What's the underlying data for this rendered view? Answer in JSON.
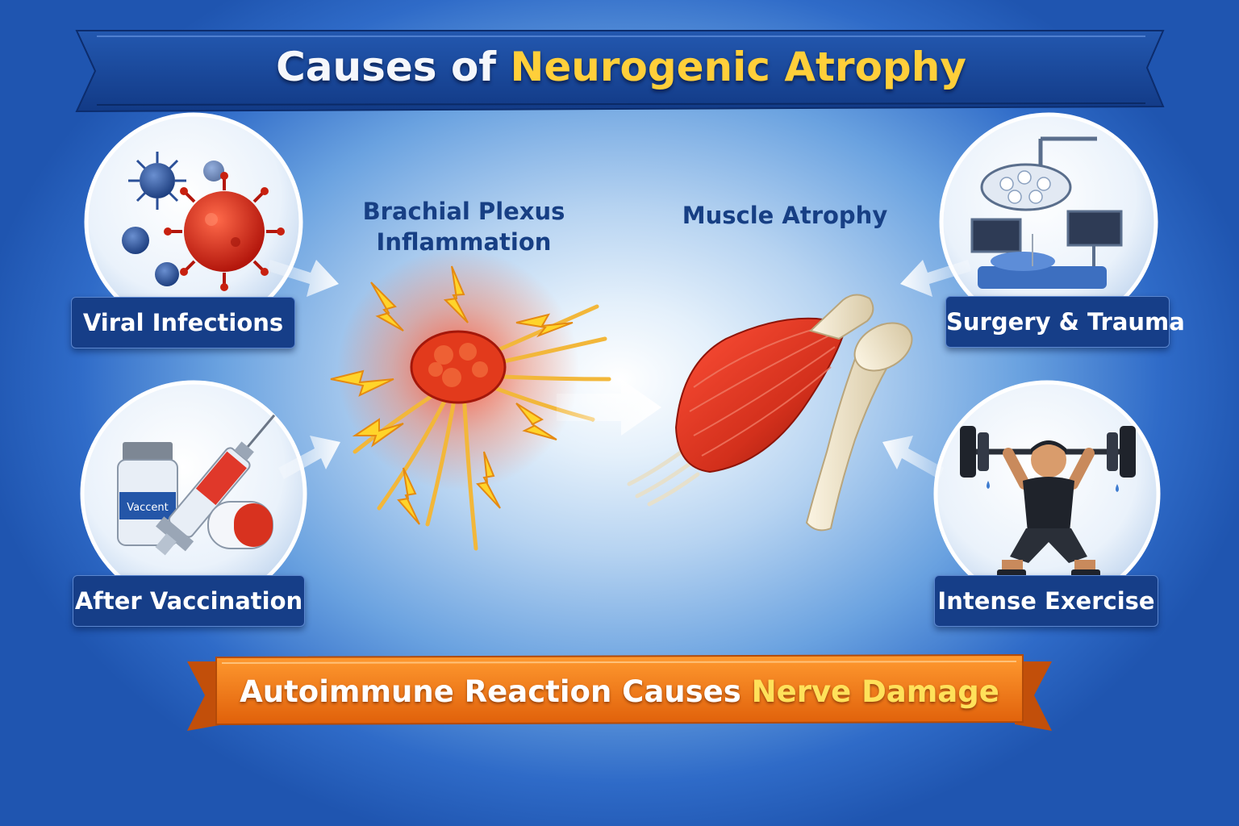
{
  "title": {
    "part1": "Causes of",
    "highlight": "Neurogenic Atrophy"
  },
  "nodes": {
    "inflammation": {
      "line1": "Brachial Plexus",
      "line2": "Inflammation"
    },
    "atrophy": {
      "label": "Muscle Atrophy"
    }
  },
  "causes": [
    {
      "label": "Viral Infections",
      "icon": "virus-icon"
    },
    {
      "label": "After Vaccination",
      "icon": "vaccine-icon"
    },
    {
      "label": "Surgery & Trauma",
      "icon": "surgery-icon"
    },
    {
      "label": "Intense Exercise",
      "icon": "weightlifting-icon"
    }
  ],
  "vial_label": "Vaccent",
  "banner": {
    "part1": "Autoimmune Reaction Causes",
    "highlight": "Nerve Damage"
  },
  "colors": {
    "background": "#2f6bc8",
    "title_highlight": "#ffcf3a",
    "label_box": "#163e88",
    "banner": "#f07a10",
    "banner_highlight": "#ffe15a",
    "muscle": "#d3301c"
  }
}
